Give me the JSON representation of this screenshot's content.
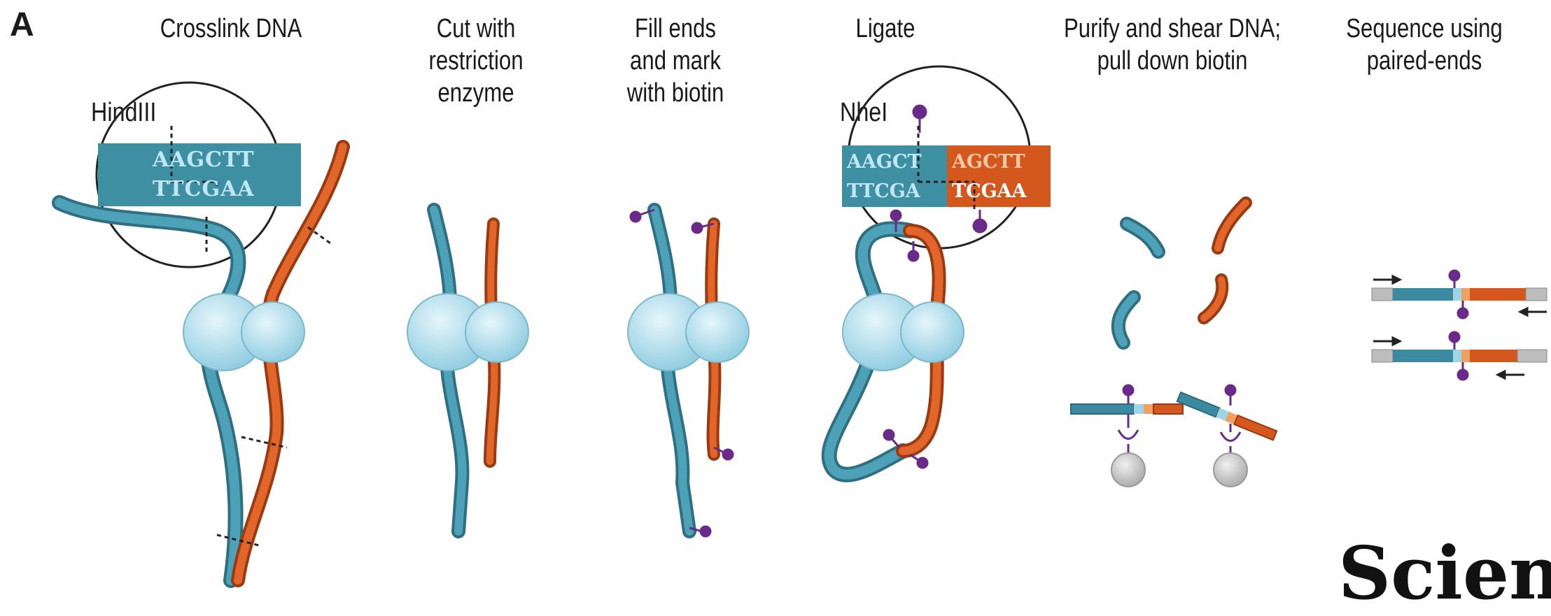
{
  "panel_label": "A",
  "steps": [
    {
      "title_lines": [
        "Crosslink DNA"
      ]
    },
    {
      "title_lines": [
        "Cut with",
        "restriction",
        "enzyme"
      ]
    },
    {
      "title_lines": [
        "Fill ends",
        "and mark",
        "with biotin"
      ]
    },
    {
      "title_lines": [
        "Ligate"
      ]
    },
    {
      "title_lines": [
        "Purify and shear DNA;",
        "pull down biotin"
      ]
    },
    {
      "title_lines": [
        "Sequence using",
        "paired-ends"
      ]
    }
  ],
  "enzymes": {
    "cut_site": "HindIII",
    "ligation_site": "NheI"
  },
  "sequences": {
    "hindiii_top": "AAGCTT",
    "hindiii_bottom": "TTCGAA",
    "ligated_top_left": "AAGCT",
    "ligated_top_right": "AGCTT",
    "ligated_bottom_left": "TTCGA",
    "ligated_bottom_right": "TCGAA"
  },
  "brand": "Scien",
  "colors": {
    "blue_strand": "#3b8aa0",
    "blue_light": "#9fd6e6",
    "orange_strand": "#d4581e",
    "biotin": "#6a2a8a",
    "protein": "#bfe4f0",
    "bead": "#c8c8c8",
    "seq_box": "#3f8fa3"
  }
}
